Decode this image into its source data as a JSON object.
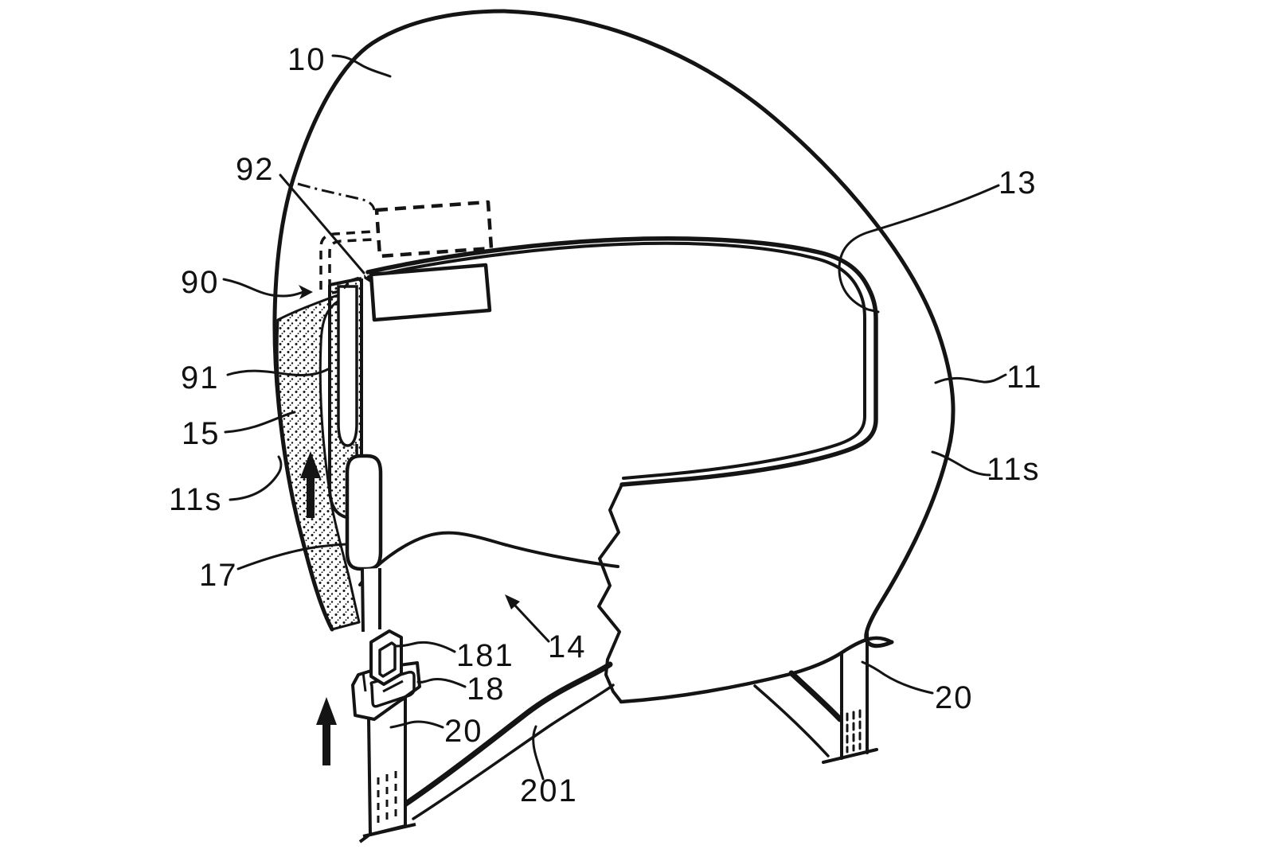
{
  "figure": {
    "kind": "patent-line-drawing",
    "subject": "full-face helmet, left side view with cut-away showing chin strap, inner duct and padding",
    "background_color": "#ffffff",
    "ink_color": "#141414"
  },
  "labels": {
    "n10": {
      "text": "10"
    },
    "n92": {
      "text": "92"
    },
    "n90": {
      "text": "90"
    },
    "n91": {
      "text": "91"
    },
    "n15": {
      "text": "15"
    },
    "n11s_left": {
      "text": "11s"
    },
    "n17": {
      "text": "17"
    },
    "n181": {
      "text": "181"
    },
    "n18": {
      "text": "18"
    },
    "n20_left": {
      "text": "20"
    },
    "n201": {
      "text": "201"
    },
    "n14": {
      "text": "14"
    },
    "n13": {
      "text": "13"
    },
    "n11": {
      "text": "11"
    },
    "n11s_right": {
      "text": "11s"
    },
    "n20_right": {
      "text": "20"
    }
  }
}
